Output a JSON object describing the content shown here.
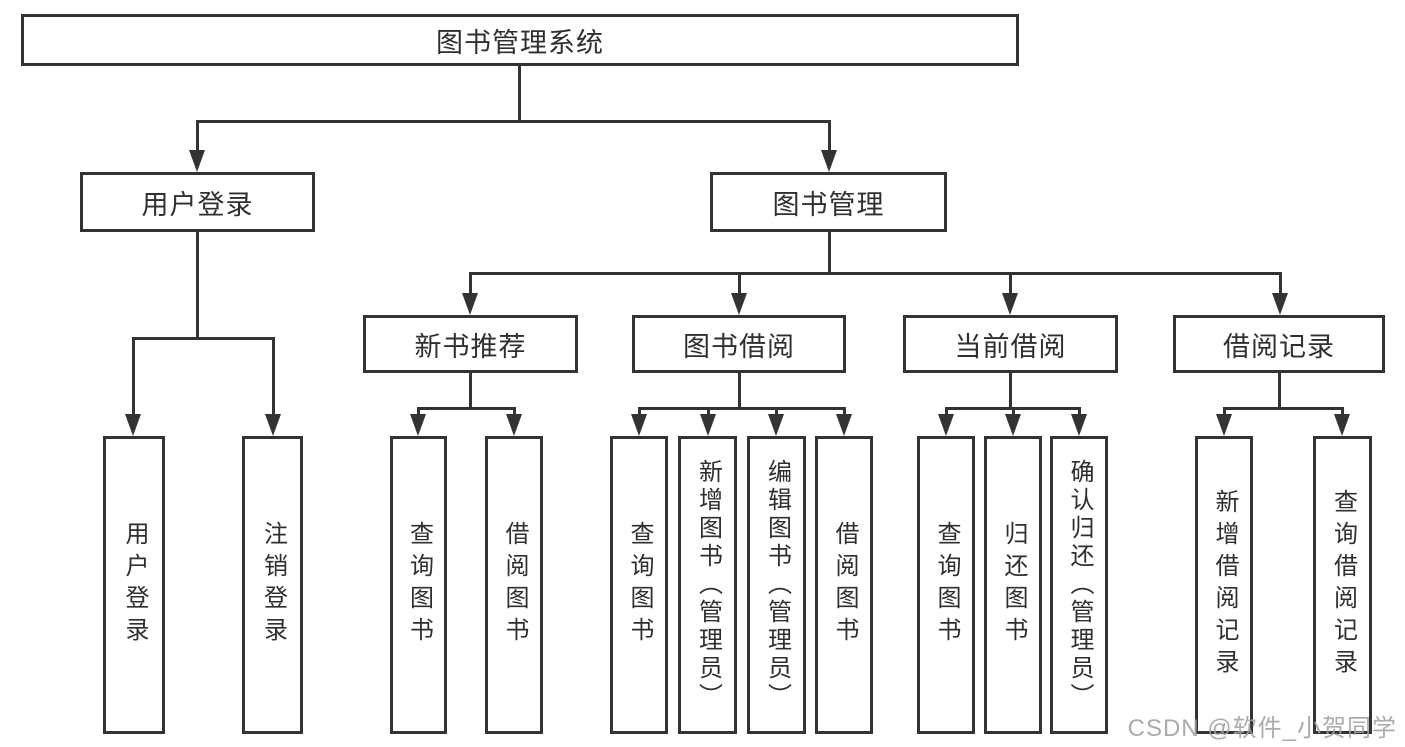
{
  "nodes": {
    "root": {
      "label": "图书管理系统"
    },
    "user_login": {
      "label": "用户登录"
    },
    "book_mgmt": {
      "label": "图书管理"
    },
    "new_book": {
      "label": "新书推荐"
    },
    "book_borrow": {
      "label": "图书借阅"
    },
    "current_borrow": {
      "label": "当前借阅"
    },
    "borrow_record": {
      "label": "借阅记录"
    },
    "leaves": {
      "user_login_1": "用户登录",
      "user_login_2": "注销登录",
      "new_book_1": "查询图书",
      "new_book_2": "借阅图书",
      "book_borrow_1": "查询图书",
      "book_borrow_2": "新增图书（管理员）",
      "book_borrow_3": "编辑图书（管理员）",
      "book_borrow_4": "借阅图书",
      "current_borrow_1": "查询图书",
      "current_borrow_2": "归还图书",
      "current_borrow_3": "确认归还（管理员）",
      "borrow_record_1": "新增借阅记录",
      "borrow_record_2": "查询借阅记录"
    }
  },
  "watermark": "CSDN @软件_小贺同学",
  "colors": {
    "line": "#333333",
    "text": "#2f2f2f",
    "background": "#ffffff",
    "watermark": "#a2a2a2"
  }
}
